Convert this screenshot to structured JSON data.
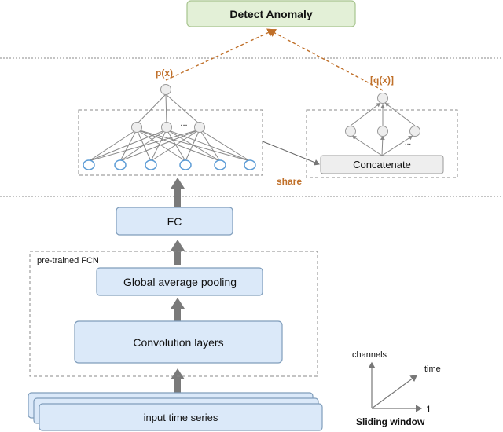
{
  "diagram": {
    "detect_anomaly": "Detect Anomaly",
    "p_label": "p(x)",
    "q_label": "[q(x)]",
    "share_label": "share",
    "concatenate": "Concatenate",
    "ellipsis_left": "...",
    "ellipsis_right": "...",
    "fc": "FC",
    "pretrained_label": "pre-trained FCN",
    "gap": "Global average pooling",
    "conv": "Convolution layers",
    "input": "input time series",
    "axes": {
      "y_label": "channels",
      "diag_label": "time",
      "x_label": "1",
      "title": "Sliding window"
    }
  },
  "colors": {
    "box_fill": "#dbe9f9",
    "box_stroke": "#7f9dbb",
    "detect_fill": "#e3f0d7",
    "detect_stroke": "#a7c48e",
    "node_blue": "#5b9bd5",
    "arrow_orange": "#c0702a",
    "arrow_gray": "#7a7a7a"
  }
}
